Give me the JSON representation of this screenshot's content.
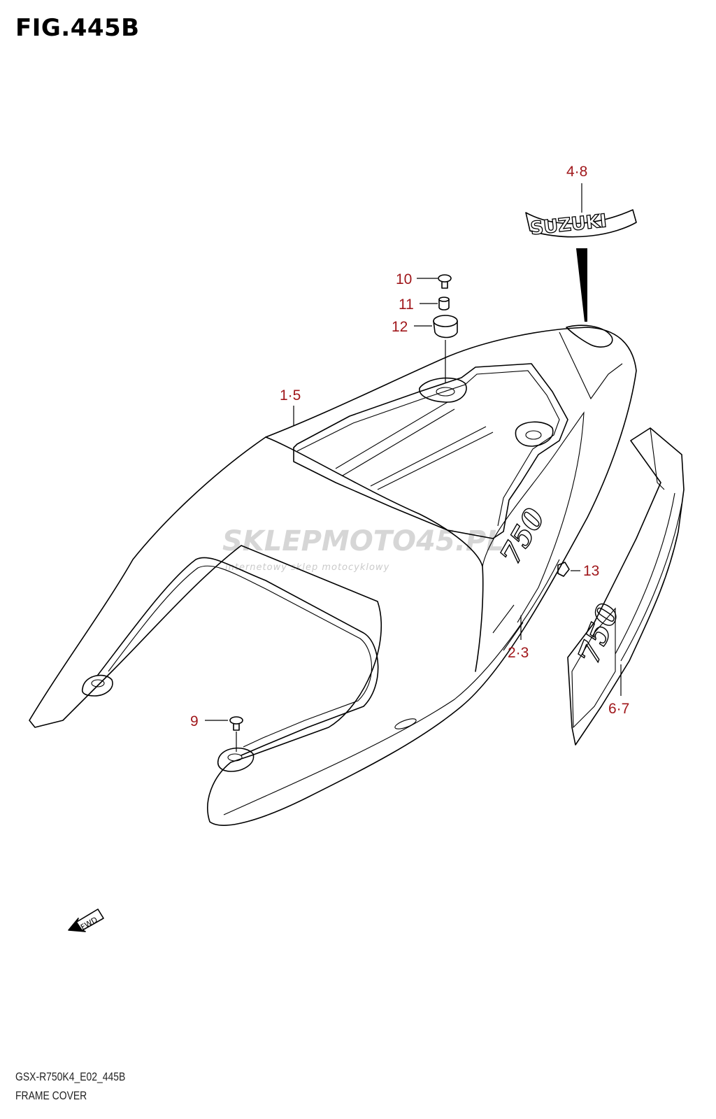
{
  "figure": {
    "title": "FIG.445B",
    "code": "GSX-R750K4_E02_445B",
    "name": "FRAME COVER"
  },
  "callouts": [
    {
      "id": "c-1-5",
      "label": "1·5"
    },
    {
      "id": "c-2-3",
      "label": "2·3"
    },
    {
      "id": "c-4-8",
      "label": "4·8"
    },
    {
      "id": "c-6-7",
      "label": "6·7"
    },
    {
      "id": "c-9",
      "label": "9"
    },
    {
      "id": "c-10",
      "label": "10"
    },
    {
      "id": "c-11",
      "label": "11"
    },
    {
      "id": "c-12",
      "label": "12"
    },
    {
      "id": "c-13",
      "label": "13"
    }
  ],
  "emblems": {
    "suzuki": "SUZUKI",
    "model_side": "750",
    "model_panel": "750",
    "fwd": "FWD"
  },
  "watermark": {
    "brand": "SKLEPMOTO45.PL",
    "tagline": "internetowy sklep motocyklowy"
  },
  "colors": {
    "callout": "#a0171b",
    "line": "#000000"
  }
}
